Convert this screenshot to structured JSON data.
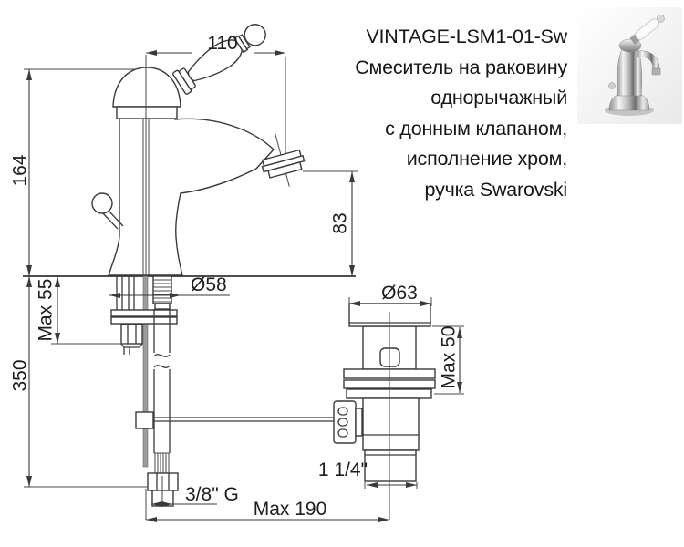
{
  "product": {
    "code": "VINTAGE-LSM1-01-Sw",
    "description_lines": [
      "Смеситель на раковину",
      "однорычажный",
      "с донным клапаном,",
      "исполнение хром,",
      "ручка Swarovski"
    ]
  },
  "dimensions": {
    "handle_reach": "110",
    "body_height": "164",
    "deck_max_thickness": "Max 55",
    "supply_hose_length": "350",
    "spout_outlet_height": "83",
    "base_diameter": "Ø58",
    "waste_flange_diameter": "Ø63",
    "waste_clamp_range": "Max 50",
    "waste_outlet_size": "1 1/4\"",
    "supply_thread": "3/8\" G",
    "rod_reach": "Max 190"
  },
  "colors": {
    "line": "#3a3a3a",
    "text": "#1e1e1e",
    "rod_fill": "#9c9c9c"
  }
}
